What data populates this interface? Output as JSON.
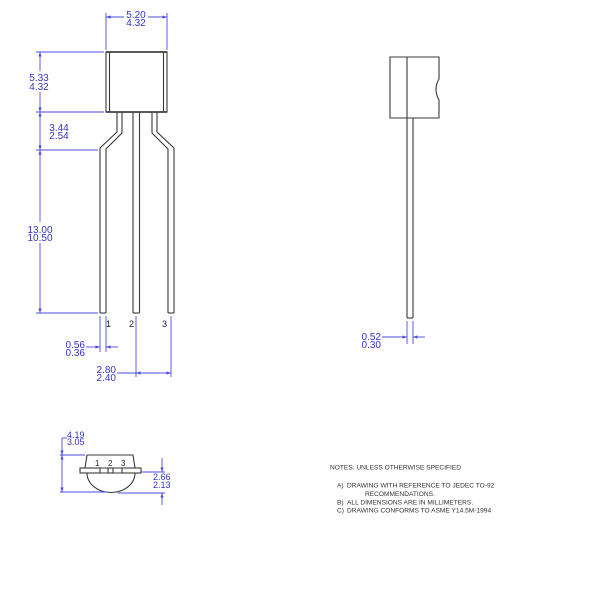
{
  "drawing": {
    "title": "TO-92 package outline drawing",
    "colors": {
      "outline": "#3a3a3a",
      "dimension_line": "#4b4be0",
      "dimension_text": "#3434c8",
      "notes_text": "#333333",
      "background": "#ffffff"
    },
    "front_view": {
      "body_width_dim": {
        "max": "5.20",
        "min": "4.32"
      },
      "body_height_dim": {
        "max": "5.33",
        "min": "4.32"
      },
      "lead_shoulder_dim": {
        "max": "3.44",
        "min": "2.54"
      },
      "lead_length_dim": {
        "max": "13.00",
        "min": "10.50"
      },
      "lead_width_dim": {
        "max": "0.56",
        "min": "0.36"
      },
      "lead_pitch_dim": {
        "max": "2.80",
        "min": "2.40"
      },
      "pin_labels": [
        "1",
        "2",
        "3"
      ]
    },
    "side_view": {
      "lead_thickness_dim": {
        "max": "0.52",
        "min": "0.30"
      }
    },
    "bottom_view": {
      "body_depth_dim": {
        "max": "4.19",
        "min": "3.05"
      },
      "flat_to_round_dim": {
        "max": "2.66",
        "min": "2.13"
      },
      "pin_labels": [
        "1",
        "2",
        "3"
      ]
    },
    "notes": {
      "title": "NOTES: UNLESS OTHERWISE SPECIFIED",
      "items": [
        {
          "label": "A)",
          "line1": "DRAWING WITH REFERENCE TO JEDEC TO-92",
          "line2": "RECOMMENDATIONS."
        },
        {
          "label": "B)",
          "line1": "ALL DIMENSIONS ARE IN MILLIMETERS."
        },
        {
          "label": "C)",
          "line1": "DRAWING CONFORMS TO ASME Y14.5M-1994"
        }
      ]
    }
  }
}
